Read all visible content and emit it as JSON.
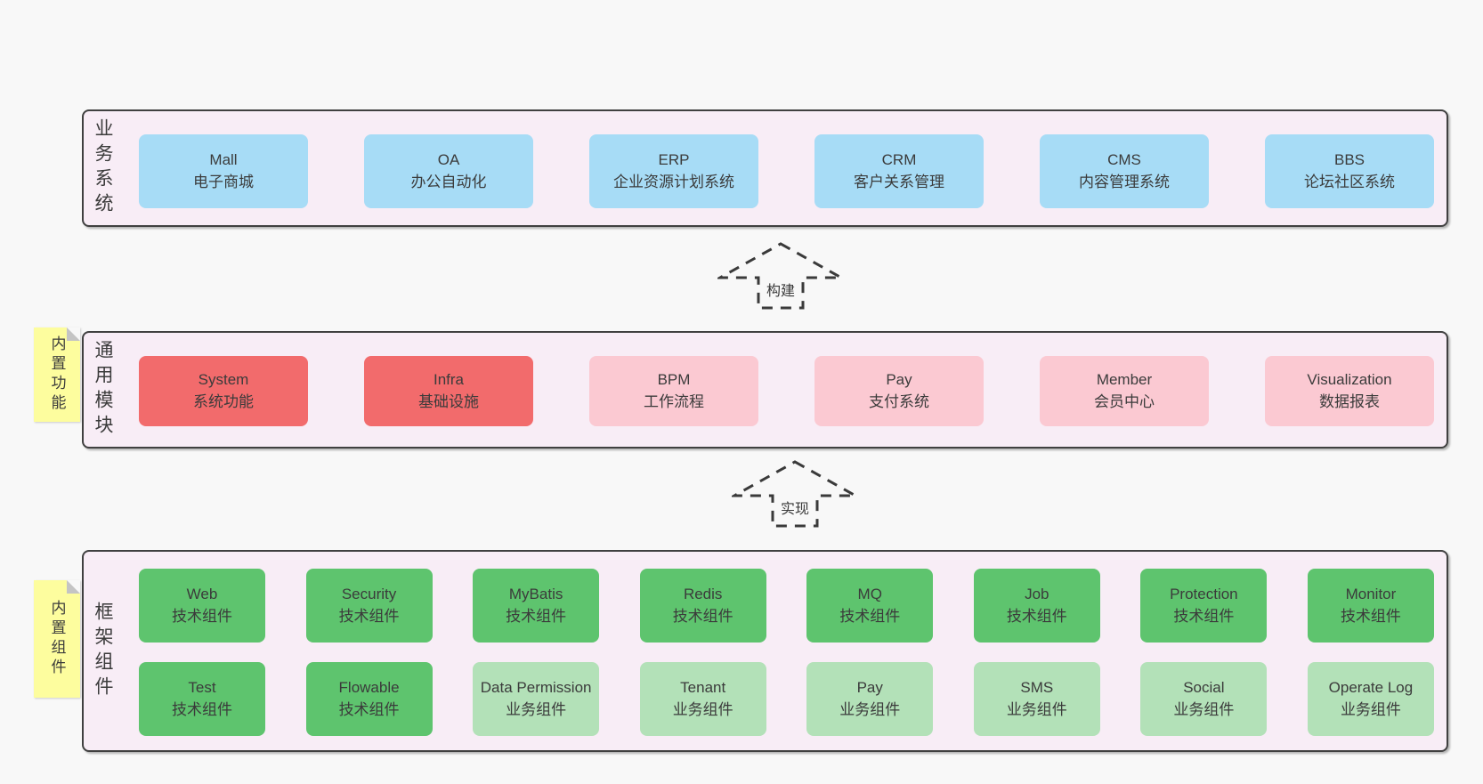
{
  "colors": {
    "page_background": "#f8f8f8",
    "panel_background": "#f8edf6",
    "panel_border": "#404040",
    "business_box_blue": "#a7dcf6",
    "core_module_red": "#f26b6c",
    "module_pink": "#fbc9d2",
    "tech_component_green": "#5ec46e",
    "biz_component_light_green": "#b3e1b8",
    "sticky_yellow": "#fdfd9e",
    "text": "#3b3b3b"
  },
  "arrows": {
    "build": "构建",
    "implement": "实现"
  },
  "layers": {
    "business": {
      "label": "业务系统",
      "boxes": [
        {
          "title": "Mall",
          "subtitle": "电子商城"
        },
        {
          "title": "OA",
          "subtitle": "办公自动化"
        },
        {
          "title": "ERP",
          "subtitle": "企业资源计划系统"
        },
        {
          "title": "CRM",
          "subtitle": "客户关系管理"
        },
        {
          "title": "CMS",
          "subtitle": "内容管理系统"
        },
        {
          "title": "BBS",
          "subtitle": "论坛社区系统"
        }
      ]
    },
    "common": {
      "label": "通用模块",
      "sticky": "内置功能",
      "boxes": [
        {
          "title": "System",
          "subtitle": "系统功能"
        },
        {
          "title": "Infra",
          "subtitle": "基础设施"
        },
        {
          "title": "BPM",
          "subtitle": "工作流程"
        },
        {
          "title": "Pay",
          "subtitle": "支付系统"
        },
        {
          "title": "Member",
          "subtitle": "会员中心"
        },
        {
          "title": "Visualization",
          "subtitle": "数据报表"
        }
      ]
    },
    "framework": {
      "label": "框架组件",
      "sticky": "内置组件",
      "row1": [
        {
          "title": "Web",
          "subtitle": "技术组件"
        },
        {
          "title": "Security",
          "subtitle": "技术组件"
        },
        {
          "title": "MyBatis",
          "subtitle": "技术组件"
        },
        {
          "title": "Redis",
          "subtitle": "技术组件"
        },
        {
          "title": "MQ",
          "subtitle": "技术组件"
        },
        {
          "title": "Job",
          "subtitle": "技术组件"
        },
        {
          "title": "Protection",
          "subtitle": "技术组件"
        },
        {
          "title": "Monitor",
          "subtitle": "技术组件"
        }
      ],
      "row2": [
        {
          "title": "Test",
          "subtitle": "技术组件"
        },
        {
          "title": "Flowable",
          "subtitle": "技术组件"
        },
        {
          "title": "Data Permission",
          "subtitle": "业务组件"
        },
        {
          "title": "Tenant",
          "subtitle": "业务组件"
        },
        {
          "title": "Pay",
          "subtitle": "业务组件"
        },
        {
          "title": "SMS",
          "subtitle": "业务组件"
        },
        {
          "title": "Social",
          "subtitle": "业务组件"
        },
        {
          "title": "Operate Log",
          "subtitle": "业务组件"
        }
      ]
    }
  }
}
